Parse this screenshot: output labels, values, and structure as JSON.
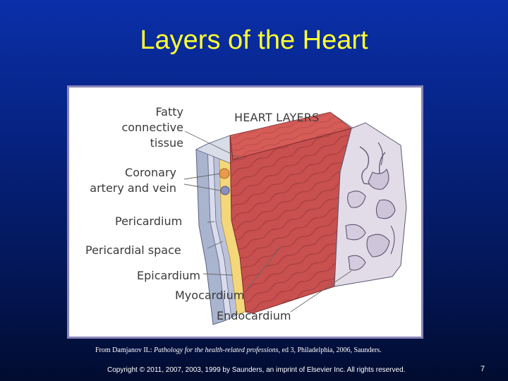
{
  "slide": {
    "title": "Layers of the Heart",
    "page_number": "7"
  },
  "figure": {
    "heading": "HEART LAYERS",
    "labels": {
      "fatty_1": "Fatty",
      "fatty_2": "connective",
      "fatty_3": "tissue",
      "coronary_1": "Coronary",
      "coronary_2": "artery and vein",
      "pericardium": "Pericardium",
      "pericardial_space": "Pericardial space",
      "epicardium": "Epicardium",
      "myocardium": "Myocardium",
      "endocardium": "Endocardium"
    }
  },
  "citation": {
    "prefix": "From Damjanov IL: ",
    "book": "Pathology for the health-related professions",
    "suffix": ", ed 3, Philadelphia, 2006, Saunders."
  },
  "copyright": "Copyright © 2011, 2007, 2003, 1999 by Saunders, an imprint of Elsevier Inc. All rights reserved.",
  "colors": {
    "title": "#ffff33",
    "muscle": "#c8504f",
    "endocardium": "#e2dbe8",
    "fat": "#f3d77a"
  }
}
